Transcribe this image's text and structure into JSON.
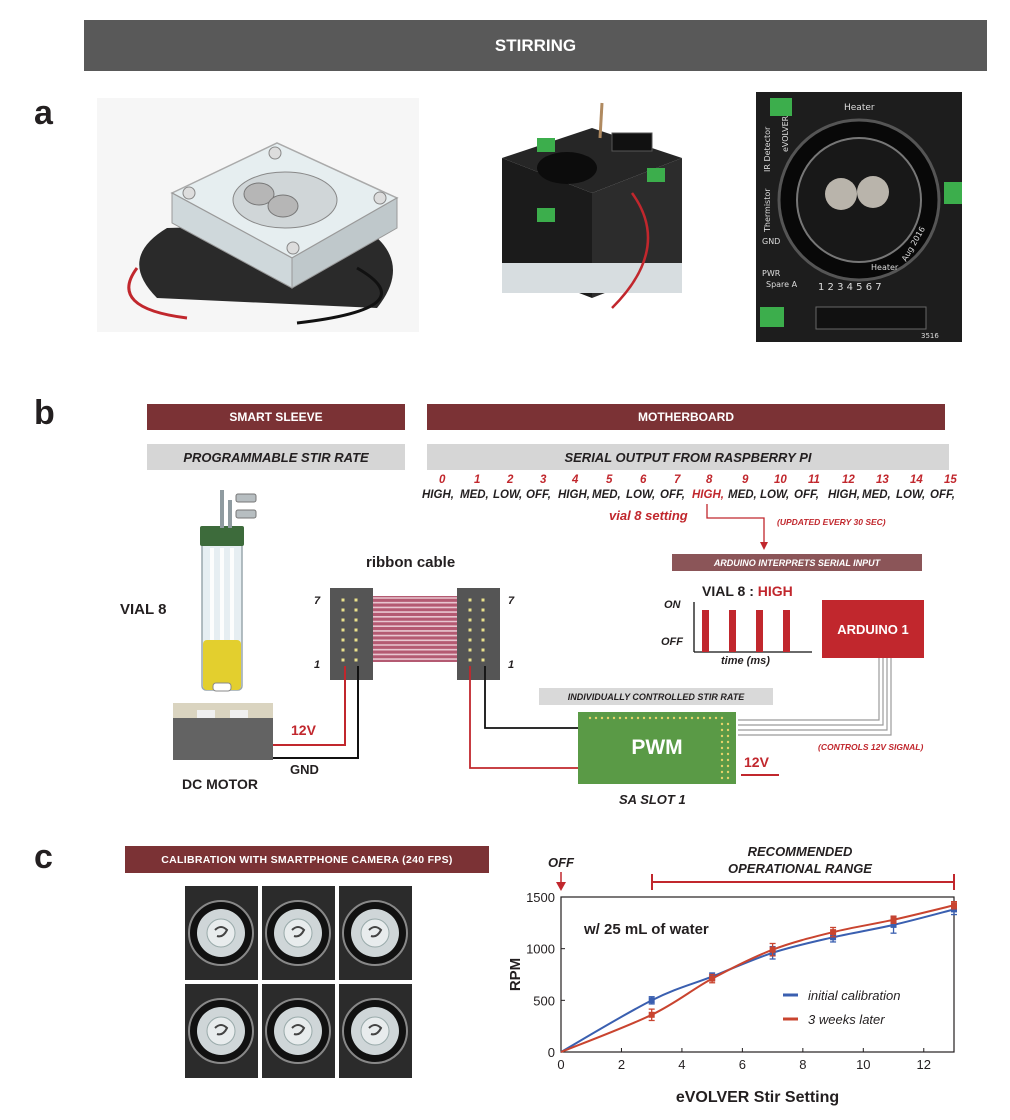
{
  "header": {
    "title": "STIRRING"
  },
  "panels": {
    "a": "a",
    "b": "b",
    "c": "c"
  },
  "panel_b": {
    "smart_sleeve_title": "SMART SLEEVE",
    "motherboard_title": "MOTHERBOARD",
    "programmable_label": "PROGRAMMABLE STIR RATE",
    "serial_label": "SERIAL OUTPUT FROM RASPBERRY PI",
    "indices": [
      "0",
      "1",
      "2",
      "3",
      "4",
      "5",
      "6",
      "7",
      "8",
      "9",
      "10",
      "11",
      "12",
      "13",
      "14",
      "15"
    ],
    "serial_values": [
      "HIGH,",
      "MED,",
      "LOW,",
      "OFF,",
      "HIGH,",
      "MED,",
      "LOW,",
      "OFF,",
      "HIGH,",
      "MED,",
      "LOW,",
      "OFF,",
      "HIGH,",
      "MED,",
      "LOW,",
      "OFF,"
    ],
    "highlight_index": 8,
    "vial8_setting": "vial 8 setting",
    "updated_note": "(UPDATED EVERY 30 SEC)",
    "arduino_interprets": "ARDUINO INTERPRETS SERIAL INPUT",
    "vial8_prefix": "VIAL 8 : ",
    "vial8_state": "HIGH",
    "on_label": "ON",
    "off_label": "OFF",
    "time_label": "time (ms)",
    "arduino_label": "ARDUINO 1",
    "ribbon_label": "ribbon cable",
    "vial_label": "VIAL 8",
    "pin_7_left": "7",
    "pin_1_left": "1",
    "pin_7_right": "7",
    "pin_1_right": "1",
    "individually_label": "INDIVIDUALLY CONTROLLED STIR RATE",
    "pwm_label": "PWM",
    "sa_slot_label": "SA SLOT 1",
    "v12_left": "12V",
    "v12_right": "12V",
    "gnd_label": "GND",
    "dc_motor_label": "DC MOTOR",
    "controls_note": "(CONTROLS 12V SIGNAL)",
    "photo_board_text": [
      "Heater",
      "eVOLVER",
      "IR Detector",
      "Thermistor",
      "GND",
      "PWR",
      "Spare A",
      "1 2 3 4 5 6 7",
      "Aug 2016",
      "Heater",
      "3516"
    ]
  },
  "panel_c": {
    "calibration_title": "CALIBRATION WITH SMARTPHONE CAMERA (240 FPS)",
    "off_label": "OFF",
    "recommended_label_1": "RECOMMENDED",
    "recommended_label_2": "OPERATIONAL RANGE"
  },
  "chart_data": {
    "type": "line",
    "title": "",
    "annotation": "w/ 25 mL of water",
    "xlabel": "eVOLVER Stir Setting",
    "ylabel": "RPM",
    "xlim": [
      0,
      13
    ],
    "ylim": [
      0,
      1500
    ],
    "xticks": [
      0,
      2,
      4,
      6,
      8,
      10,
      12
    ],
    "yticks": [
      0,
      500,
      1000,
      1500
    ],
    "grid": false,
    "legend_position": "right",
    "series": [
      {
        "name": "initial calibration",
        "color": "#3a5fb0",
        "points": [
          [
            0,
            0
          ],
          [
            3,
            500
          ],
          [
            5,
            730
          ],
          [
            7,
            960
          ],
          [
            9,
            1110
          ],
          [
            11,
            1230
          ],
          [
            13,
            1380
          ]
        ],
        "errors": [
          0,
          35,
          35,
          60,
          45,
          80,
          50
        ]
      },
      {
        "name": "3 weeks later",
        "color": "#c9442f",
        "points": [
          [
            0,
            0
          ],
          [
            3,
            360
          ],
          [
            5,
            710
          ],
          [
            7,
            990
          ],
          [
            9,
            1160
          ],
          [
            11,
            1280
          ],
          [
            13,
            1420
          ]
        ],
        "errors": [
          0,
          55,
          40,
          60,
          45,
          35,
          35
        ]
      }
    ]
  }
}
